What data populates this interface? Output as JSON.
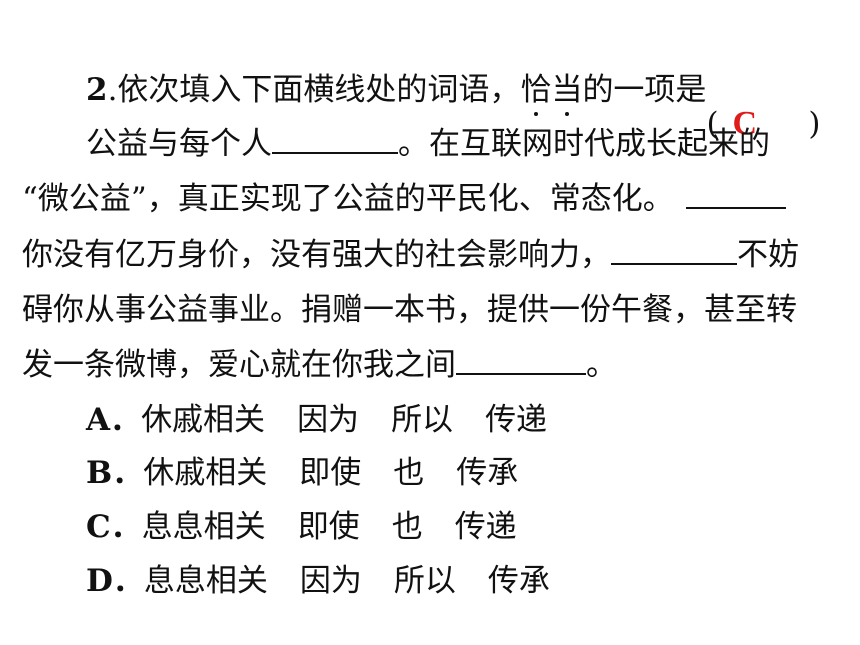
{
  "question": {
    "number": "2",
    "stem_before_dots": ".依次填入下面横线处的词语，",
    "dot_chars": [
      "恰",
      "当"
    ],
    "stem_after_dots": "的一项是",
    "paren_open": "(",
    "paren_close": ")",
    "answer": "C"
  },
  "passage": {
    "line1_a": "公益与每个人",
    "line1_b": "。在互联网时代成长起来的",
    "line2": "“微公益”，真正实现了公益的平民化、常态化。",
    "line3_a": "你没有亿万身价，没有强大的社会影响力，",
    "line3_b": "不妨",
    "line4": "碍你从事公益事业。捐赠一本书，提供一份午餐，甚至转",
    "line5_a": "发一条微博，爱心就在你我之间",
    "line5_b": "。"
  },
  "options": [
    {
      "letter": "A．",
      "words": [
        "休戚相关",
        "因为",
        "所以",
        "传递"
      ]
    },
    {
      "letter": "B．",
      "words": [
        "休戚相关",
        "即使",
        "也",
        "传承"
      ]
    },
    {
      "letter": "C．",
      "words": [
        "息息相关",
        "即使",
        "也",
        "传递"
      ]
    },
    {
      "letter": "D．",
      "words": [
        "息息相关",
        "因为",
        "所以",
        "传承"
      ]
    }
  ],
  "colors": {
    "text": "#111111",
    "answer": "#e01b1b"
  }
}
